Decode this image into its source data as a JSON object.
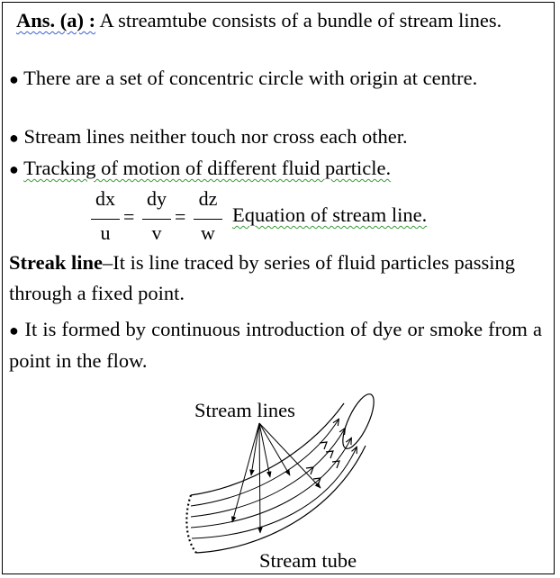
{
  "answer": {
    "label": "Ans. (a) :",
    "text": " A streamtube consists of a bundle of stream lines."
  },
  "bullet_symbol": "●",
  "bullets_top": [
    "There are a set of concentric circle with origin at centre.",
    "Stream lines neither touch nor cross each other.",
    "Tracking of motion of different fluid particle."
  ],
  "equation": {
    "numerators": [
      "dx",
      "dy",
      "dz"
    ],
    "denominators": [
      "u",
      "v",
      "w"
    ],
    "equals": "=",
    "caption": "Equation of stream line."
  },
  "streak": {
    "term": "Streak line",
    "text": "–It is line traced by series of fluid particles passing through a fixed point."
  },
  "bullets_bottom": [
    "It is formed by continuous introduction of dye or smoke from a point in the flow."
  ],
  "figure": {
    "label_top": "Stream lines",
    "label_bottom": "Stream tube"
  }
}
